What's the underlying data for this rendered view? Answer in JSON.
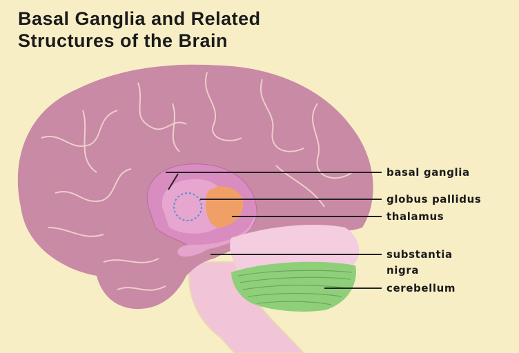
{
  "title": {
    "line1": "Basal Ganglia and Related",
    "line2": "Structures of the Brain"
  },
  "labels": {
    "basal_ganglia": "basal ganglia",
    "globus_pallidus": "globus pallidus",
    "thalamus": "thalamus",
    "substantia": "substantia",
    "nigra": "nigra",
    "cerebellum": "cerebellum"
  },
  "colors": {
    "background": "#f8eec6",
    "cortex": "#c98aa6",
    "thalamus": "#f0a067",
    "cerebellum": "#8fcf7a",
    "basal_ganglia": "#d98cc0"
  }
}
